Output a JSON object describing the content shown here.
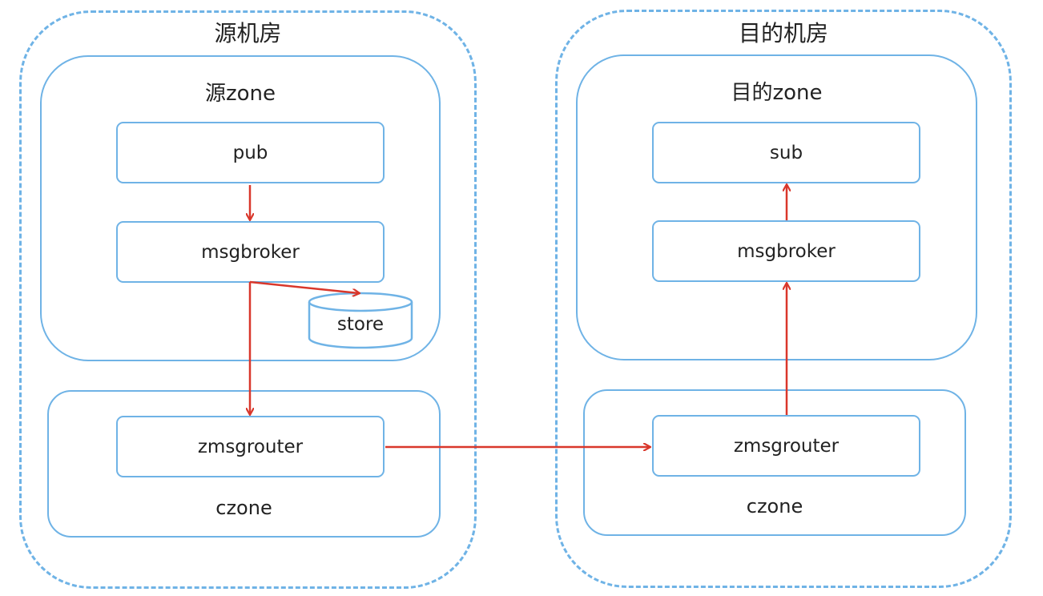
{
  "colors": {
    "border": "#6fb3e6",
    "arrow": "#d9372b",
    "text": "#222222",
    "background": "#ffffff"
  },
  "source": {
    "title": "源机房",
    "zone_label": "源zone",
    "pub": "pub",
    "msgbroker": "msgbroker",
    "store": "store",
    "zmsgrouter": "zmsgrouter",
    "czone": "czone"
  },
  "dest": {
    "title": "目的机房",
    "zone_label": "目的zone",
    "sub": "sub",
    "msgbroker": "msgbroker",
    "zmsgrouter": "zmsgrouter",
    "czone": "czone"
  },
  "connections": [
    {
      "from": "source.pub",
      "to": "source.msgbroker"
    },
    {
      "from": "source.msgbroker",
      "to": "source.store"
    },
    {
      "from": "source.msgbroker",
      "to": "source.zmsgrouter"
    },
    {
      "from": "source.zmsgrouter",
      "to": "dest.zmsgrouter"
    },
    {
      "from": "dest.zmsgrouter",
      "to": "dest.msgbroker"
    },
    {
      "from": "dest.msgbroker",
      "to": "dest.sub"
    }
  ]
}
